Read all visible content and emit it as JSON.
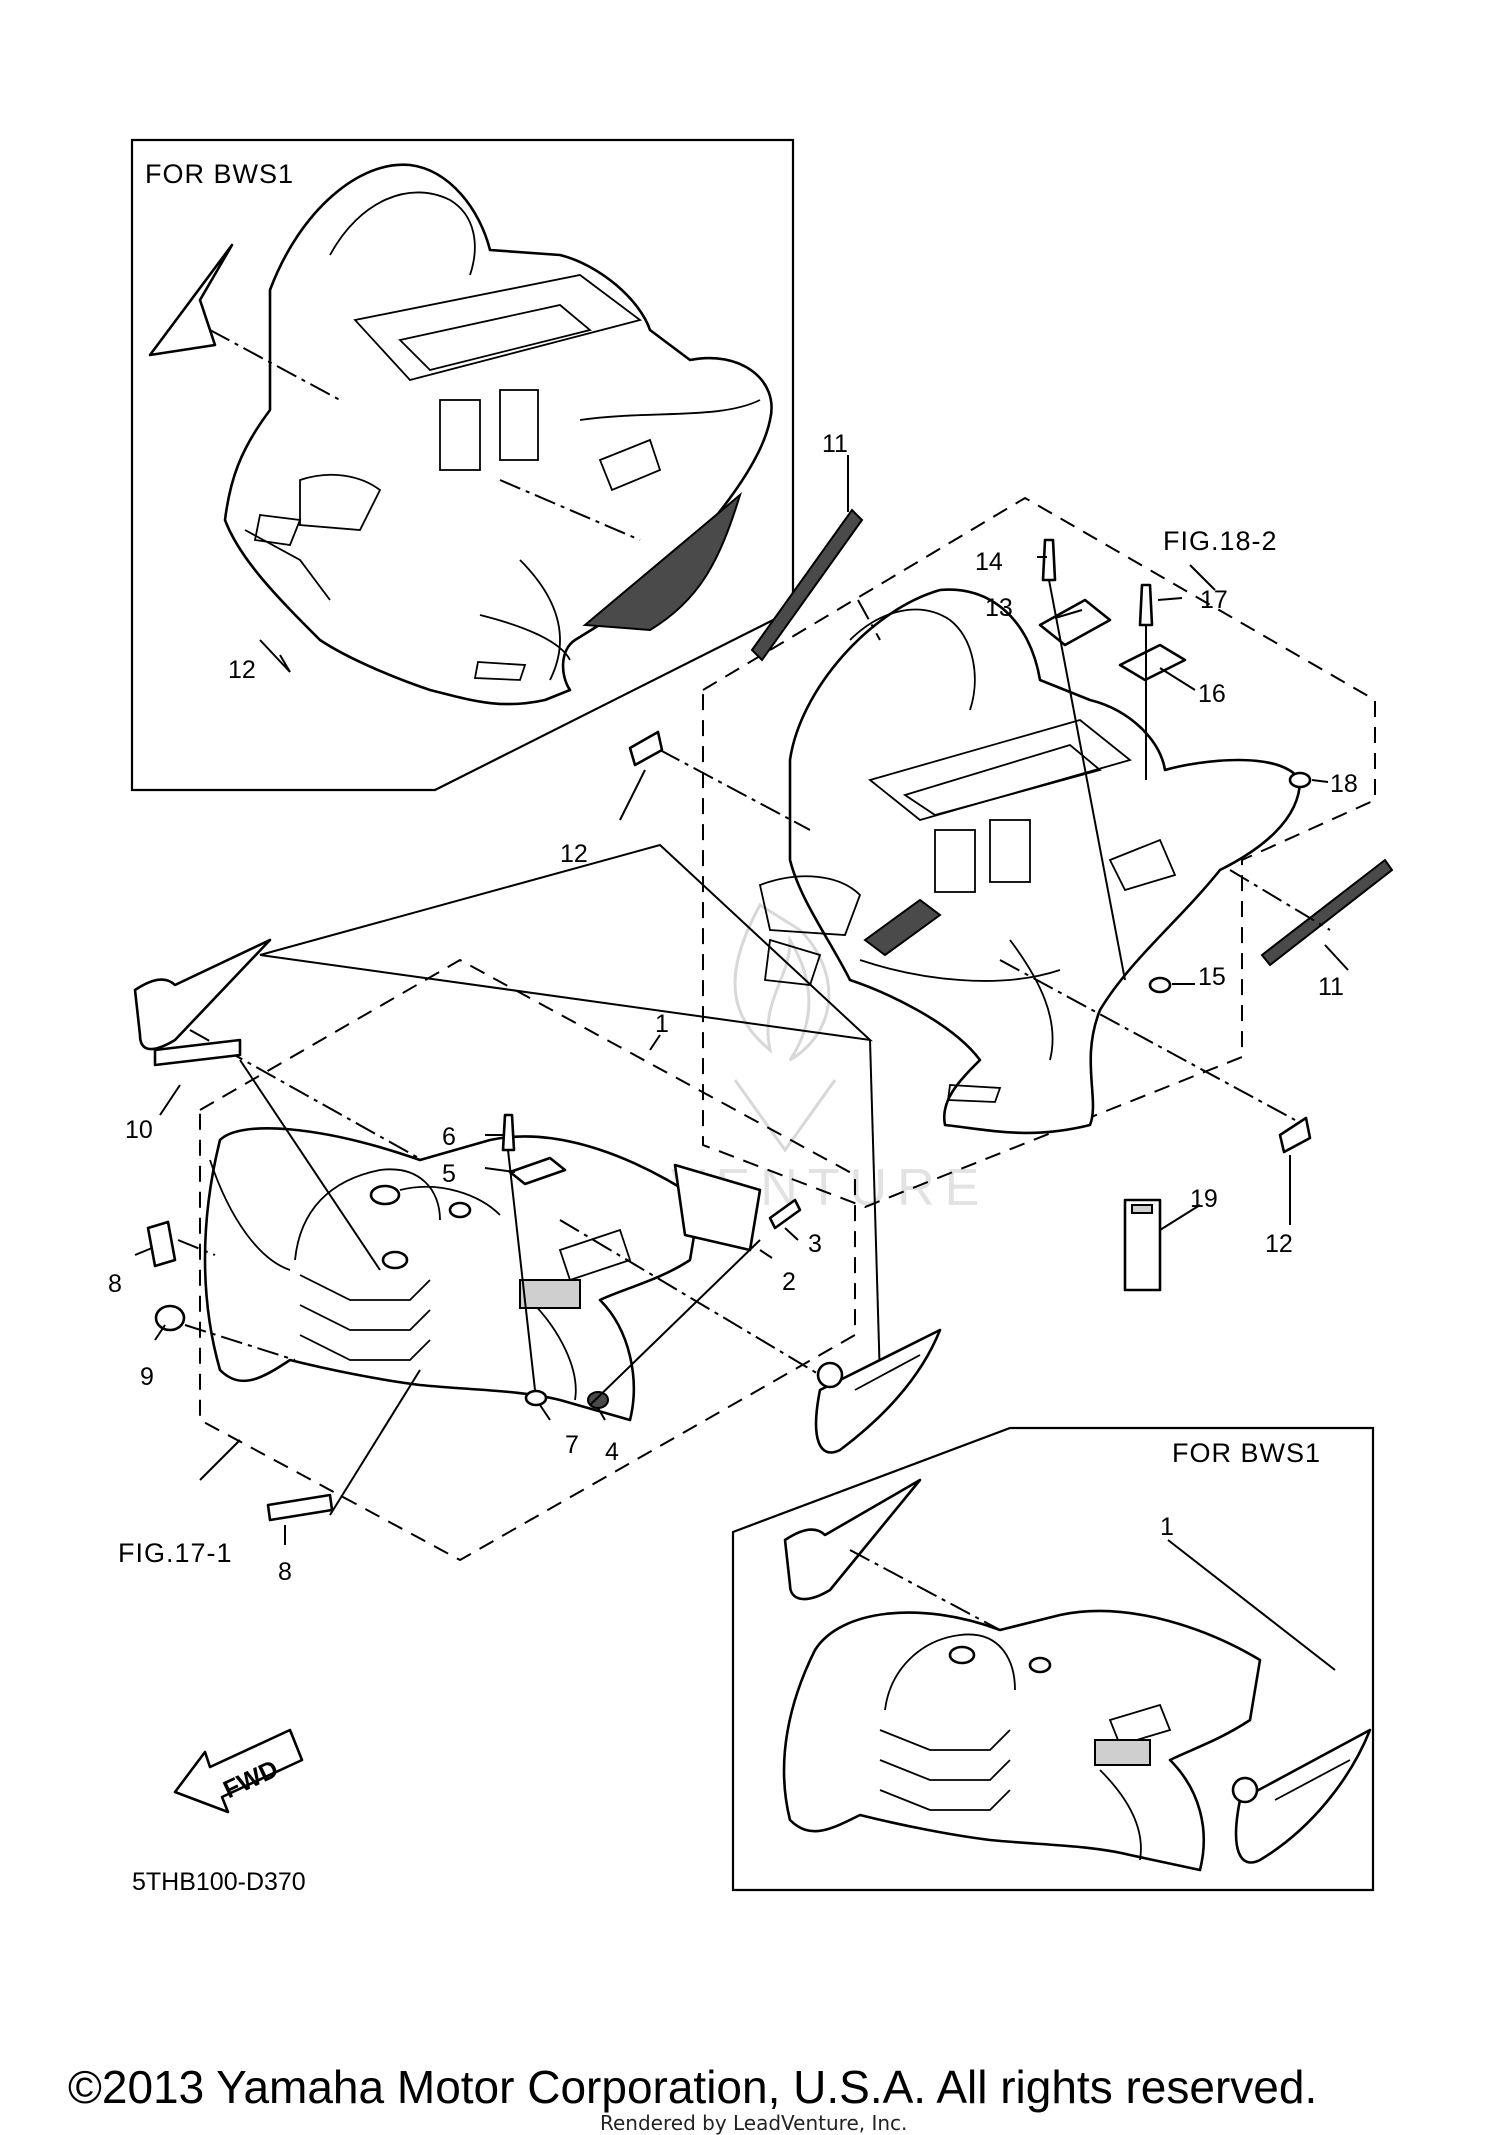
{
  "diagram": {
    "code": "5THB100-D370",
    "boxes": {
      "top_left": "FOR  BWS1",
      "bottom_right": "FOR  BWS1"
    },
    "figure_refs": {
      "rear": "FIG.18-2",
      "front": "FIG.17-1"
    },
    "fwd_arrow": "FWD",
    "callouts": {
      "c1": "1",
      "c1b": "1",
      "c2": "2",
      "c3": "3",
      "c4": "4",
      "c5": "5",
      "c6": "6",
      "c7": "7",
      "c8a": "8",
      "c8b": "8",
      "c9": "9",
      "c10": "10",
      "c11a": "11",
      "c11b": "11",
      "c12a": "12",
      "c12b": "12",
      "c12c": "12",
      "c13": "13",
      "c14": "14",
      "c15": "15",
      "c16": "16",
      "c17": "17",
      "c18": "18",
      "c19": "19"
    },
    "watermark": "LEADVENTURE",
    "copyright": "©2013 Yamaha Motor Corporation, U.S.A. All rights reserved.",
    "rendered_by": "Rendered by LeadVenture, Inc."
  }
}
